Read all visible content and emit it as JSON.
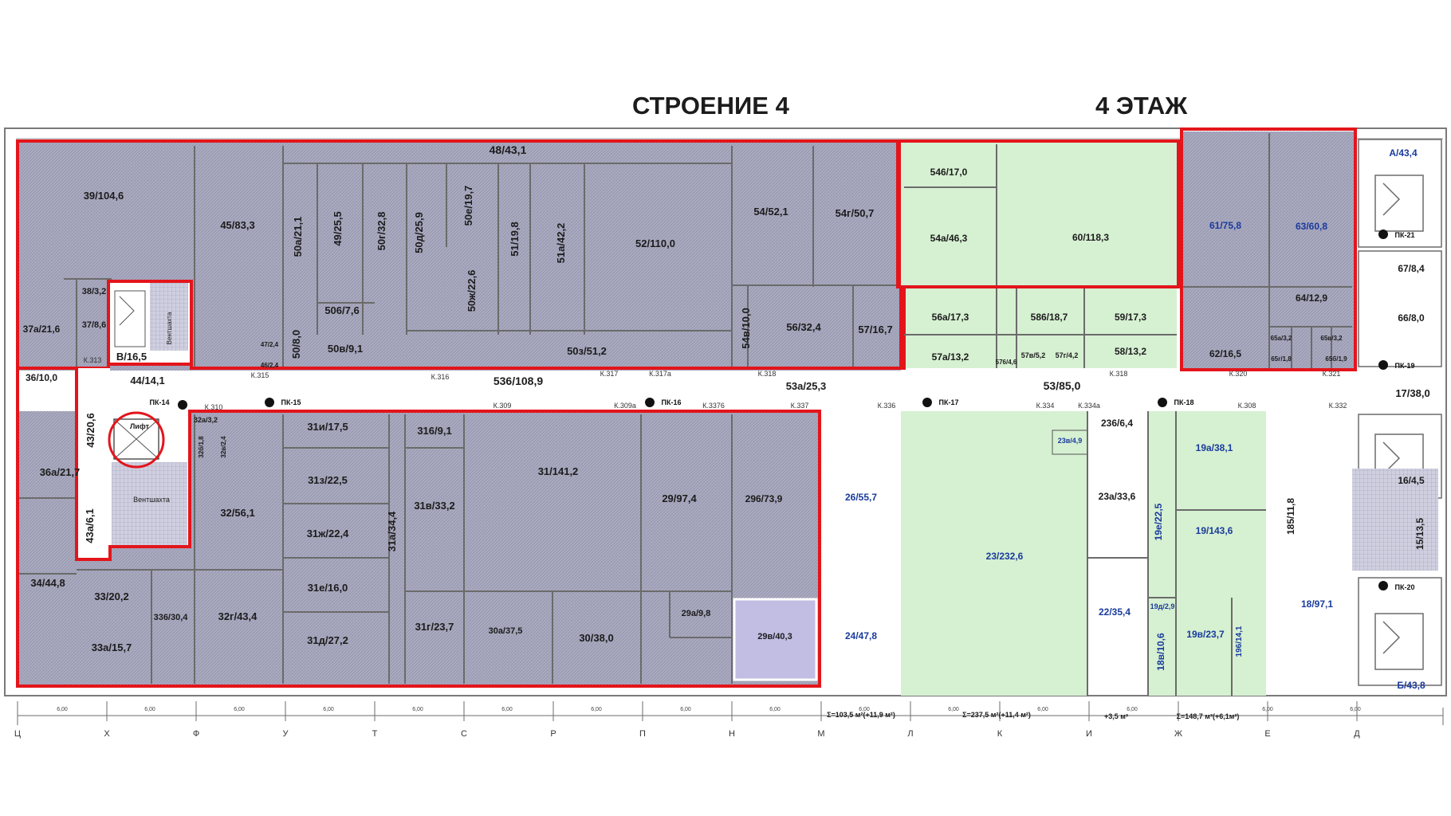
{
  "titles": {
    "building": "СТРОЕНИЕ 4",
    "floor": "4 ЭТАЖ"
  },
  "colors": {
    "leased_red": "#e3151b",
    "hatch_fill": "#a9a9bf",
    "green_fill": "#d6f0d2",
    "purple_fill": "#c2bde3",
    "blue_text": "#1a3b9c",
    "wall": "#6b6b6b"
  },
  "rooms": {
    "r48": "48/43,1",
    "r39": "39/104,6",
    "r45": "45/83,3",
    "r50a": "50а/21,1",
    "r49": "49/25,5",
    "r50g": "50г/32,8",
    "r50d": "50д/25,9",
    "r50e": "50е/19,7",
    "r50zh": "50ж/22,6",
    "r51": "51/19,8",
    "r51a": "51а/42,2",
    "r52": "52/110,0",
    "r54": "54/52,1",
    "r54g": "54г/50,7",
    "r546": "546/17,0",
    "r54a": "54а/46,3",
    "r60": "60/118,3",
    "r61": "61/75,8",
    "r63": "63/60,8",
    "rA": "А/43,4",
    "r38": "38/3,2",
    "r37a": "37а/21,6",
    "r37b": "37/8,6",
    "rV": "В/16,5",
    "r506": "506/7,6",
    "r50v": "50в/9,1",
    "r50b": "50/8,0",
    "r47": "47/2,4",
    "r46": "46/2,4",
    "r50z": "50з/51,2",
    "r54v": "54в/10,0",
    "r56": "56/32,4",
    "r57": "57/16,7",
    "r56a": "56а/17,3",
    "r586": "586/18,7",
    "r59": "59/17,3",
    "r57a": "57а/13,2",
    "r576": "576/4,6",
    "r57v": "57в/5,2",
    "r57g": "57г/4,2",
    "r58": "58/13,2",
    "r64": "64/12,9",
    "r62": "62/16,5",
    "r65a": "65а/3,2",
    "r65v": "65в/3,2",
    "r65g": "65г/1,8",
    "r65b": "65б/1,9",
    "r674": "67/8,4",
    "r66": "66/8,0",
    "r36": "36/10,0",
    "r44": "44/14,1",
    "r536": "536/108,9",
    "r53a": "53а/25,3",
    "r53": "53/85,0",
    "r17": "17/38,0",
    "r43": "43/20,6",
    "rLift": "Лифт",
    "rVent1": "Вентшахта",
    "rVent2": "Вентшахта",
    "r36a": "36а/21,7",
    "r43a": "43а/6,1",
    "r32a": "32а/3,2",
    "r32b": "32б/1,8",
    "r32v": "32в/2,4",
    "r32": "32/56,1",
    "r31i": "31и/17,5",
    "r31z": "31з/22,5",
    "r31zh": "31ж/22,4",
    "r31e": "31е/16,0",
    "r31d": "31д/27,2",
    "r31a": "31а/34,4",
    "r316": "316/9,1",
    "r31v": "31в/33,2",
    "r31g": "31г/23,7",
    "r31": "31/141,2",
    "r29": "29/97,4",
    "r296": "296/73,9",
    "r26": "26/55,7",
    "r23": "23/232,6",
    "r23v": "23в/4,9",
    "r236": "236/6,4",
    "r23a": "23а/33,6",
    "r19a": "19а/38,1",
    "r19": "19/143,6",
    "r19e": "19е/22,5",
    "r185": "185/11,8",
    "r16": "16/4,5",
    "r15": "15/13,5",
    "r34": "34/44,8",
    "r33": "33/20,2",
    "r336": "336/30,4",
    "r33a": "33а/15,7",
    "r32g": "32г/43,4",
    "r30a": "30а/37,5",
    "r30": "30/38,0",
    "r29a": "29а/9,8",
    "r29v": "29в/40,3",
    "r24": "24/47,8",
    "r22": "22/35,4",
    "r19d": "19д/2,9",
    "r18v": "18в/10,6",
    "r19v": "19в/23,7",
    "r196": "196/14,1",
    "r18": "18/97,1",
    "rB": "Б/43,8"
  },
  "corridor_labels": {
    "k313": "К.313",
    "k315": "К.315",
    "k316": "К.316",
    "k317": "К.317",
    "k317a": "К.317а",
    "k318b": "К.318",
    "k318": "К.318",
    "k320": "К.320",
    "k321": "К.321",
    "k310": "К.310",
    "k309": "К.309",
    "k309a": "К.309а",
    "k3376": "К.3376",
    "k337": "К.337",
    "k336": "К.336",
    "k334": "К.334",
    "k334a": "К.334а",
    "k308": "К.308",
    "k332": "К.332"
  },
  "hydrants": {
    "pk14": "ПК-14",
    "pk15": "ПК-15",
    "pk16": "ПК-16",
    "pk17": "ПК-17",
    "pk18": "ПК-18",
    "pk19": "ПК-19",
    "pk20": "ПК-20",
    "pk21": "ПК-21"
  },
  "sums": {
    "s1": "Σ=103,5 м²(+11,9 м²)",
    "s2": "Σ=237,5 м²(+11,4 м²)",
    "s3": "+3,5 м²",
    "s4": "Σ=148,7 м²(+6,1м²)"
  },
  "axes": [
    "Ц",
    "Х",
    "Ф",
    "У",
    "Т",
    "С",
    "Р",
    "П",
    "Н",
    "М",
    "Л",
    "К",
    "И",
    "Ж",
    "Е",
    "Д"
  ],
  "dims": {
    "d1": "6,00",
    "d2": "6,00",
    "d3": "6,00",
    "d4": "6,00",
    "d5": "6,00",
    "d6": "6,00",
    "d7": "6,00",
    "d8": "6,00",
    "d9": "6,00",
    "d10": "6,00",
    "d11": "6,00",
    "d12": "6,00",
    "d13": "6,00",
    "d14": "6,00",
    "d15": "6,00"
  }
}
